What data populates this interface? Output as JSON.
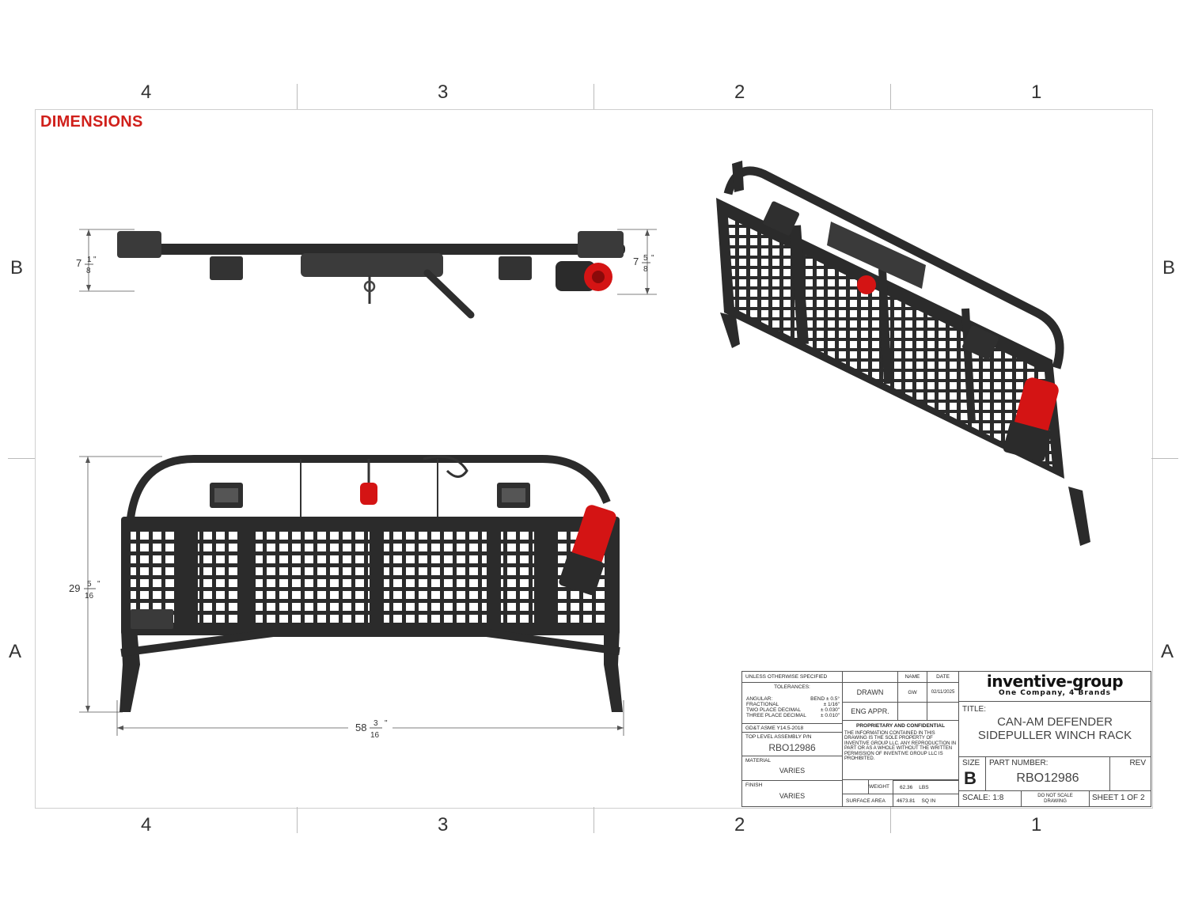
{
  "sheet": {
    "heading": "DIMENSIONS",
    "column_zones": [
      "4",
      "3",
      "2",
      "1"
    ],
    "row_zones": [
      "B",
      "A"
    ]
  },
  "dimensions": {
    "top_left_height": {
      "whole": "7",
      "num": "1",
      "den": "8",
      "unit": "\""
    },
    "top_right_height": {
      "whole": "7",
      "num": "5",
      "den": "8",
      "unit": "\""
    },
    "front_height": {
      "whole": "29",
      "num": "5",
      "den": "16",
      "unit": "\""
    },
    "front_width": {
      "whole": "58",
      "num": "3",
      "den": "16",
      "unit": "\""
    }
  },
  "title_block": {
    "unless_specified": "UNLESS OTHERWISE SPECIFIED",
    "tolerances_label": "TOLERANCES:",
    "tolerance_lines": [
      {
        "label": "ANGULAR:",
        "value": "BEND  ± 0.5°"
      },
      {
        "label": "FRACTIONAL",
        "value": "± 1/16\""
      },
      {
        "label": "TWO PLACE DECIMAL",
        "value": "± 0.030\""
      },
      {
        "label": "THREE PLACE DECIMAL",
        "value": "± 0.010\""
      }
    ],
    "standard": "GD&T ASME Y14.5-2018",
    "top_level_label": "TOP LEVEL ASSEMBLY P/N",
    "top_level_value": "RBO12986",
    "material_label": "MATERIAL",
    "material_value": "VARIES",
    "finish_label": "FINISH",
    "finish_value": "VARIES",
    "name_header": "NAME",
    "date_header": "DATE",
    "drawn_label": "DRAWN",
    "drawn_name": "GW",
    "drawn_date": "02/11/2025",
    "eng_label": "ENG APPR.",
    "proprietary_title": "PROPRIETARY AND CONFIDENTIAL",
    "proprietary_text": "THE INFORMATION CONTAINED IN THIS DRAWING IS THE SOLE PROPERTY OF INVENTIVE GROUP LLC. ANY REPRODUCTION IN PART OR AS A WHOLE WITHOUT THE WRITTEN PERMISSION OF INVENTIVE GROUP LLC IS PROHIBITED.",
    "weight_label": "WEIGHT",
    "weight_value": "62.36",
    "weight_unit": "LBS",
    "surface_label": "SURFACE AREA",
    "surface_value": "4673.81",
    "surface_unit": "SQ IN",
    "company": "inventive-group",
    "tagline": "One Company, 4 Brands",
    "title_label": "TITLE:",
    "title_line1": "CAN-AM DEFENDER",
    "title_line2": "SIDEPULLER WINCH RACK",
    "size_label": "SIZE",
    "size_value": "B",
    "part_label": "PART NUMBER:",
    "part_value": "RBO12986",
    "rev_label": "REV",
    "scale_label": "SCALE: 1:8",
    "no_scale": "DO NOT SCALE DRAWING",
    "sheet_label": "SHEET 1 OF 2"
  },
  "colors": {
    "accent_red": "#d0201b",
    "winch_red": "#d41414",
    "steel": "#2b2b2b"
  }
}
